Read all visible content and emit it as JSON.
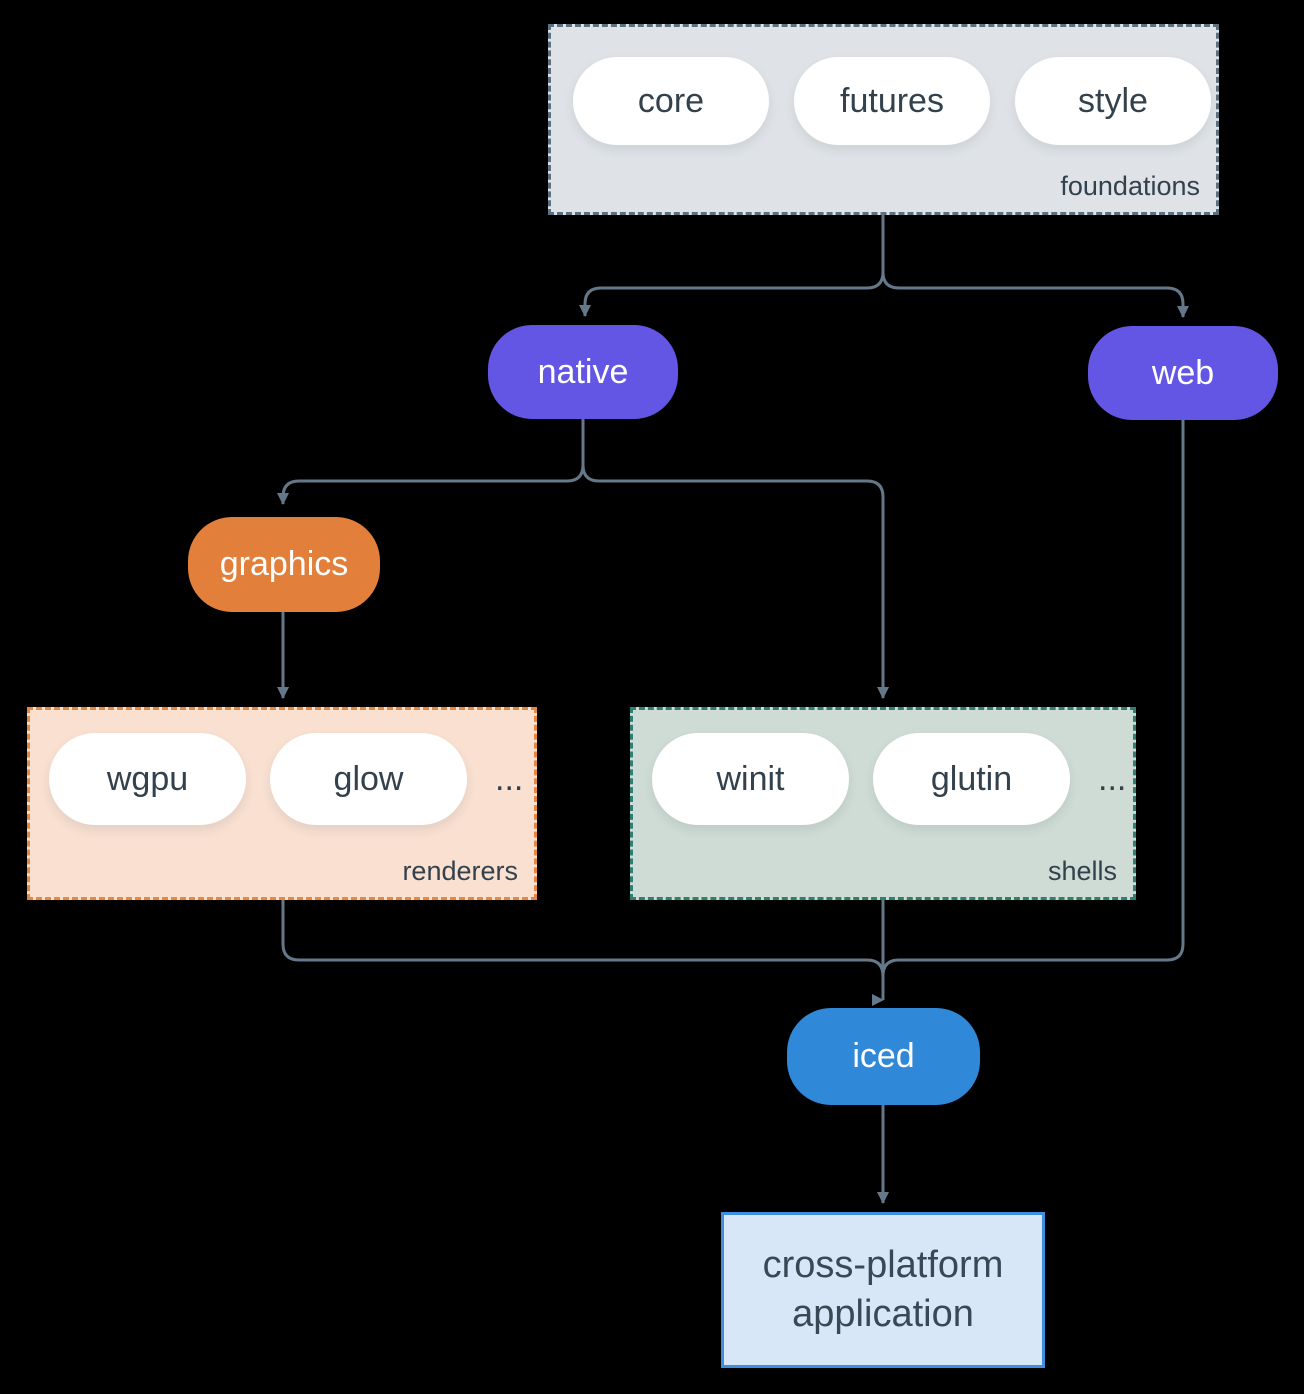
{
  "background_color": "#000000",
  "connector_color": "#65788a",
  "text_color_dark": "#33414d",
  "groups": {
    "foundations": {
      "label": "foundations",
      "items": [
        "core",
        "futures",
        "style"
      ],
      "fill": "#dfe3e7",
      "border": "#5c7080"
    },
    "renderers": {
      "label": "renderers",
      "items": [
        "wgpu",
        "glow"
      ],
      "ellipsis": "...",
      "fill": "#f9e0d1",
      "border": "#e8873f"
    },
    "shells": {
      "label": "shells",
      "items": [
        "winit",
        "glutin"
      ],
      "ellipsis": "...",
      "fill": "#cfdcd5",
      "border": "#2f8070"
    }
  },
  "nodes": {
    "native": {
      "label": "native",
      "fill": "#6456e4",
      "text": "#ffffff"
    },
    "web": {
      "label": "web",
      "fill": "#6456e4",
      "text": "#ffffff"
    },
    "graphics": {
      "label": "graphics",
      "fill": "#e17f3b",
      "text": "#ffffff"
    },
    "iced": {
      "label": "iced",
      "fill": "#2f88d8",
      "text": "#ffffff"
    },
    "application": {
      "label": "cross-platform application",
      "fill": "#d8e7f8",
      "border": "#3e8ee2",
      "text": "#3a4856"
    }
  },
  "edges": [
    "foundations -> native",
    "foundations -> web",
    "native -> graphics",
    "native -> shells",
    "graphics -> renderers",
    "renderers -> iced",
    "shells -> iced",
    "web -> iced",
    "iced -> application"
  ]
}
